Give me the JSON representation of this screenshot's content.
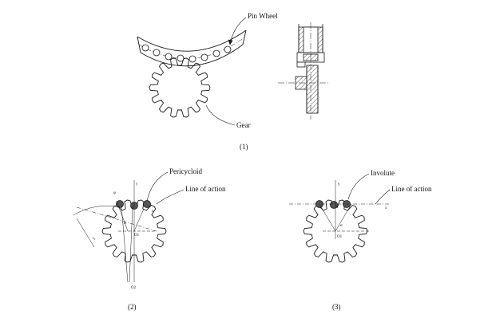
{
  "figure1": {
    "label_pin_wheel": "Pin Wheel",
    "label_gear": "Gear",
    "caption": "(1)"
  },
  "figure2": {
    "label_curve": "Pericycloid",
    "label_line": "Line of action",
    "caption": "(2)",
    "marks": {
      "center": "O1",
      "lower_center": "O2",
      "y_axis": "y",
      "angle_a": "α",
      "angle_b": "φ",
      "radius": "r₀",
      "x_axis": "x"
    }
  },
  "figure3": {
    "label_curve": "Involute",
    "label_line": "Line of action",
    "caption": "(3)",
    "marks": {
      "center": "O1",
      "y_axis": "y",
      "angle_a": "α",
      "x_axis": "x"
    }
  },
  "colors": {
    "ink": "#1a1a1a",
    "hatch": "#333333",
    "background": "#ffffff"
  }
}
